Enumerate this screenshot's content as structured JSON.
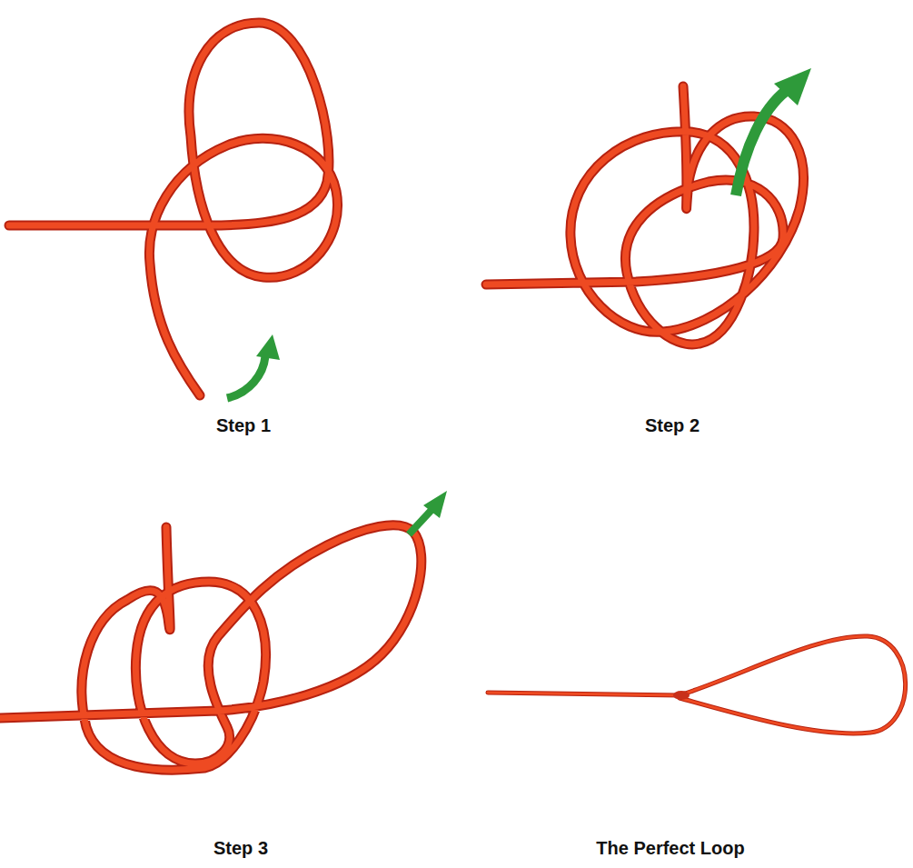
{
  "diagram": {
    "labels": [
      "Step 1",
      "Step 2",
      "Step 3",
      "The Perfect Loop"
    ]
  }
}
